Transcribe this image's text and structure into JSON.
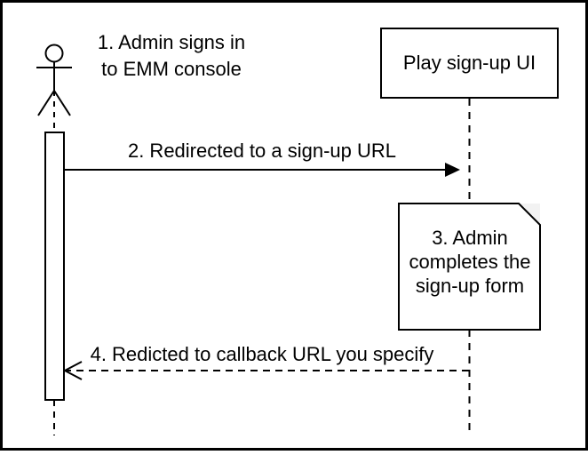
{
  "diagram": {
    "type": "sequence-diagram",
    "actor_label": "1. Admin signs in\nto EMM console",
    "participant": {
      "label": "Play sign-up UI"
    },
    "messages": [
      {
        "seq": "2",
        "label": "2. Redirected to a sign-up URL",
        "style": "solid",
        "direction": "right"
      },
      {
        "seq": "4",
        "label": "4. Redicted to callback URL you specify",
        "style": "dashed",
        "direction": "left"
      }
    ],
    "note": {
      "label": "3. Admin\ncompletes the\nsign-up form"
    },
    "colors": {
      "stroke": "#000000",
      "fill": "#ffffff",
      "note_fold": "#f2f2f2"
    }
  }
}
